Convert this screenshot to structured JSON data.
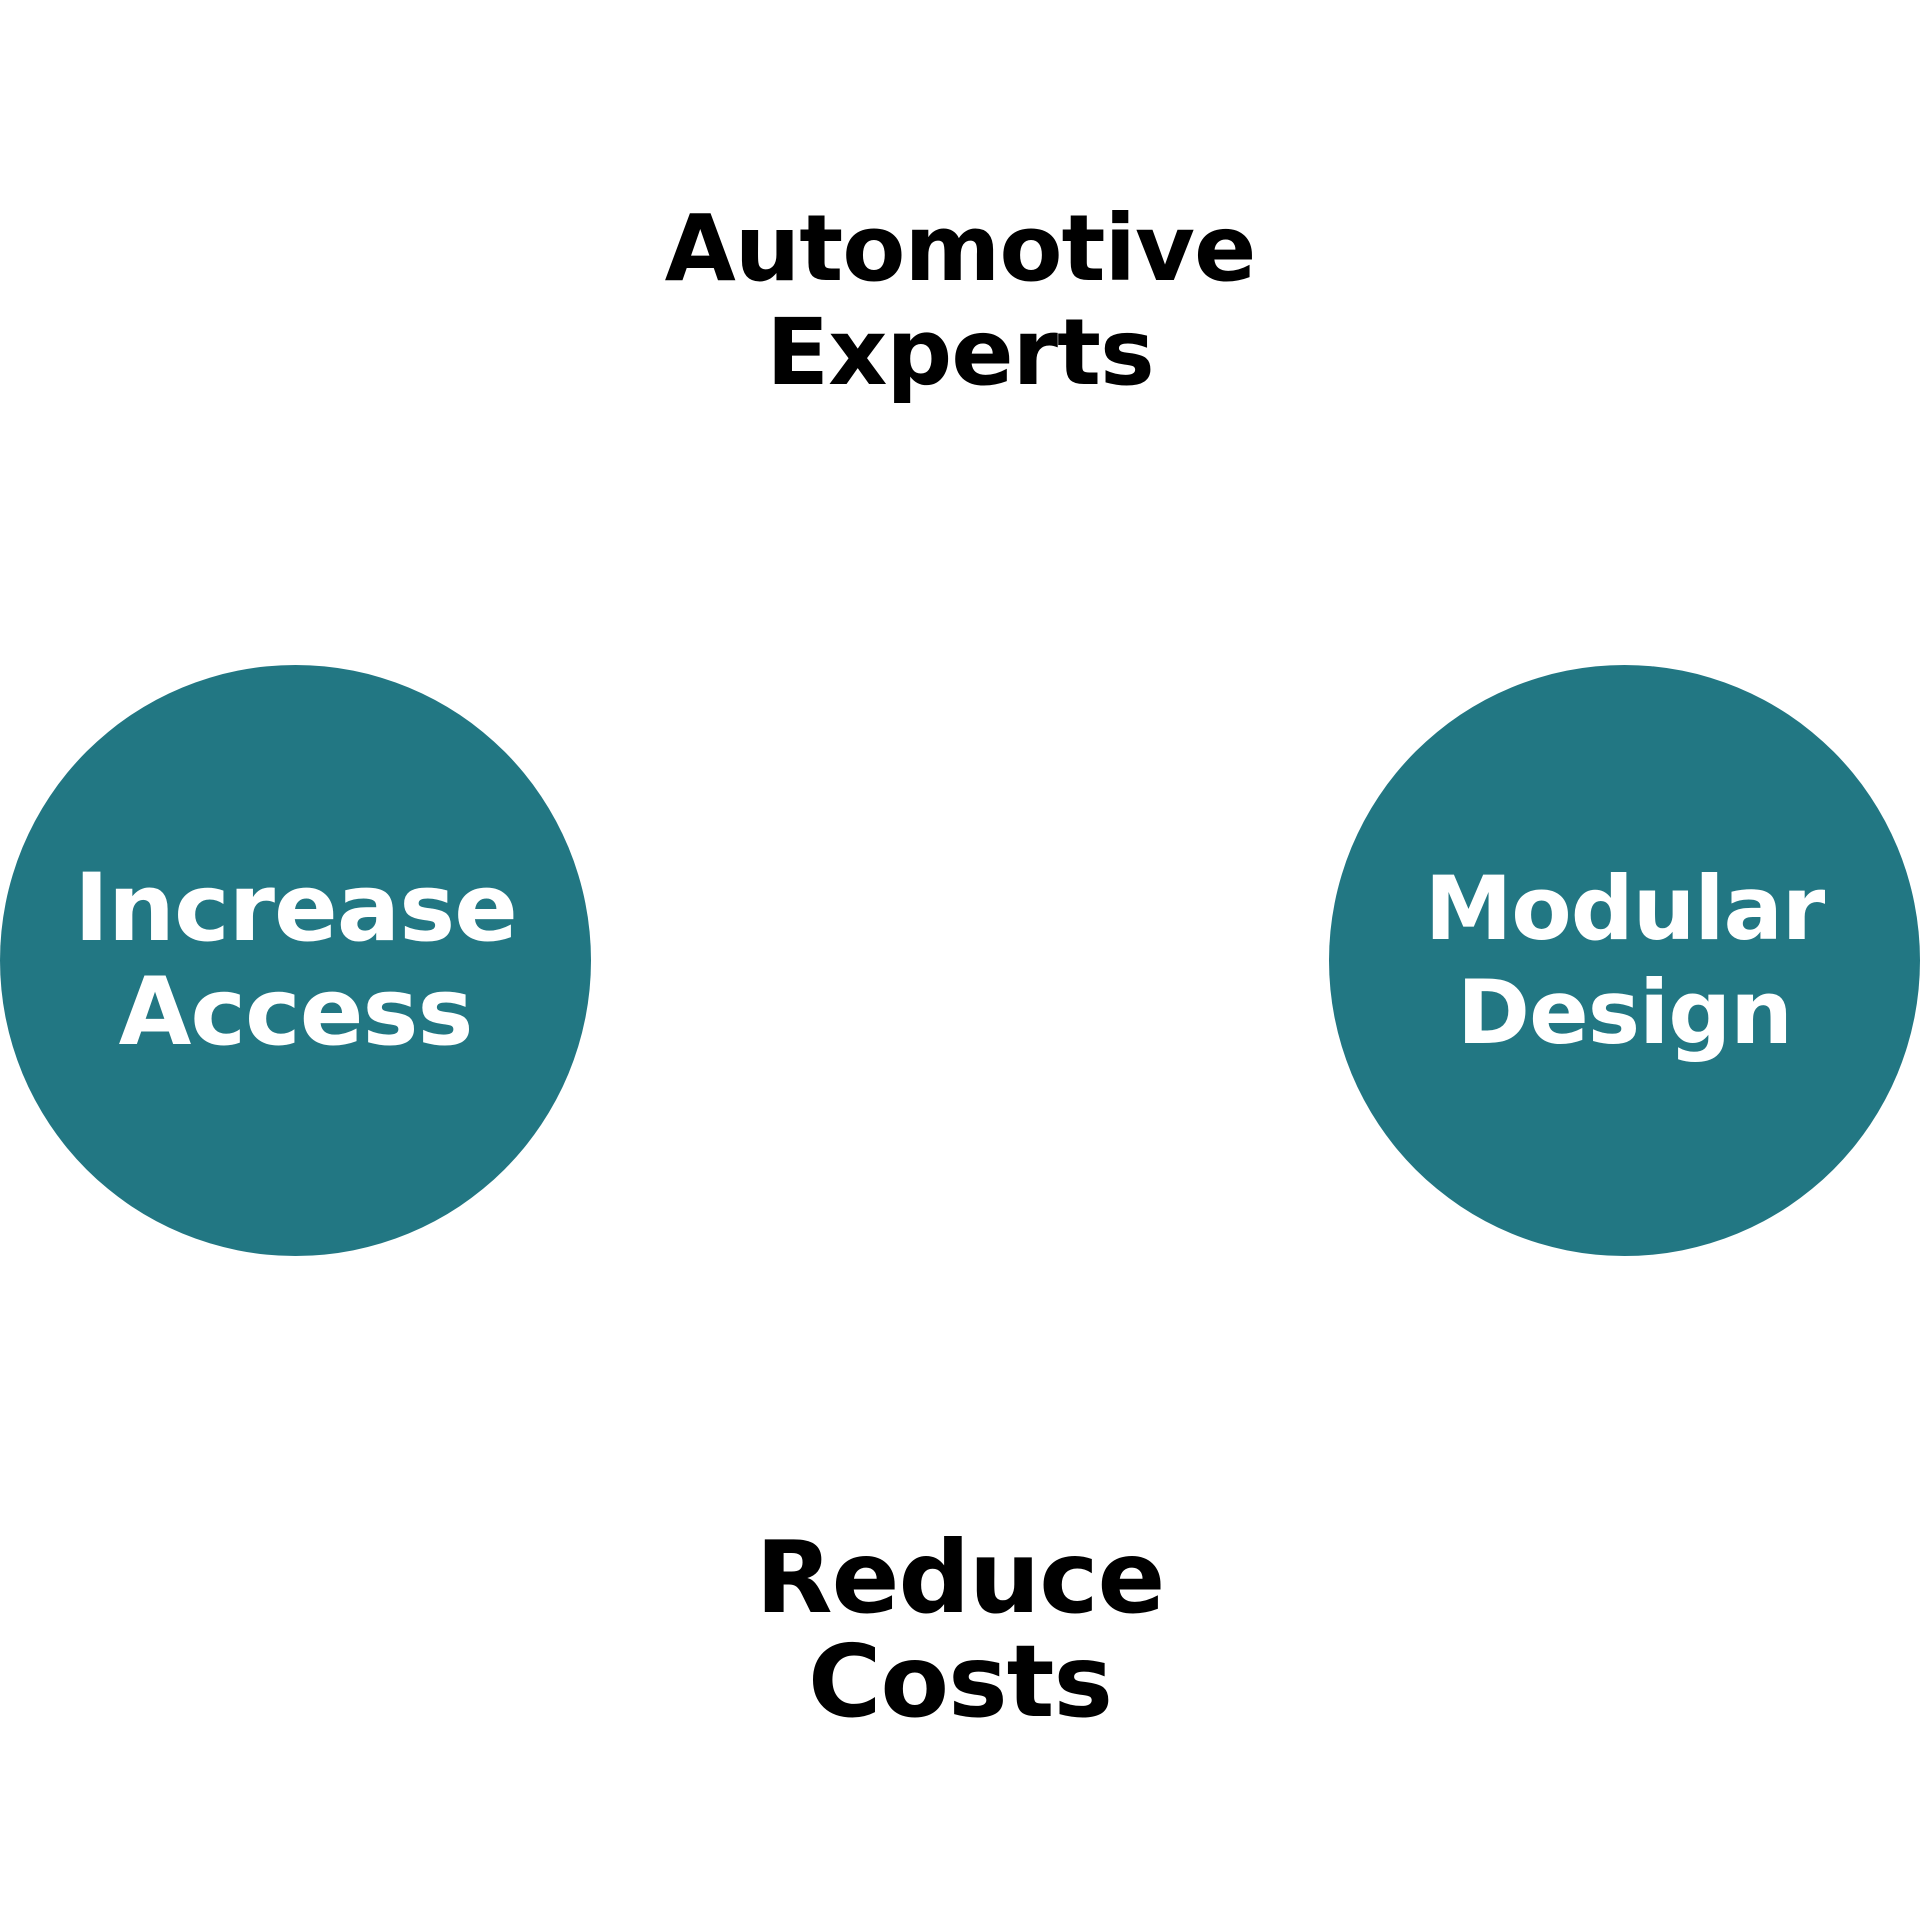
{
  "diagram": {
    "colors": {
      "circle_fill": "#227783",
      "circle_text": "#ffffff",
      "label_text": "#000000",
      "background": "#ffffff"
    },
    "top_label": {
      "line1": "Automotive",
      "line2": "Experts"
    },
    "bottom_label": {
      "line1": "Reduce",
      "line2": "Costs"
    },
    "left_circle": {
      "line1": "Increase",
      "line2": "Access"
    },
    "right_circle": {
      "line1": "Modular",
      "line2": "Design"
    }
  }
}
